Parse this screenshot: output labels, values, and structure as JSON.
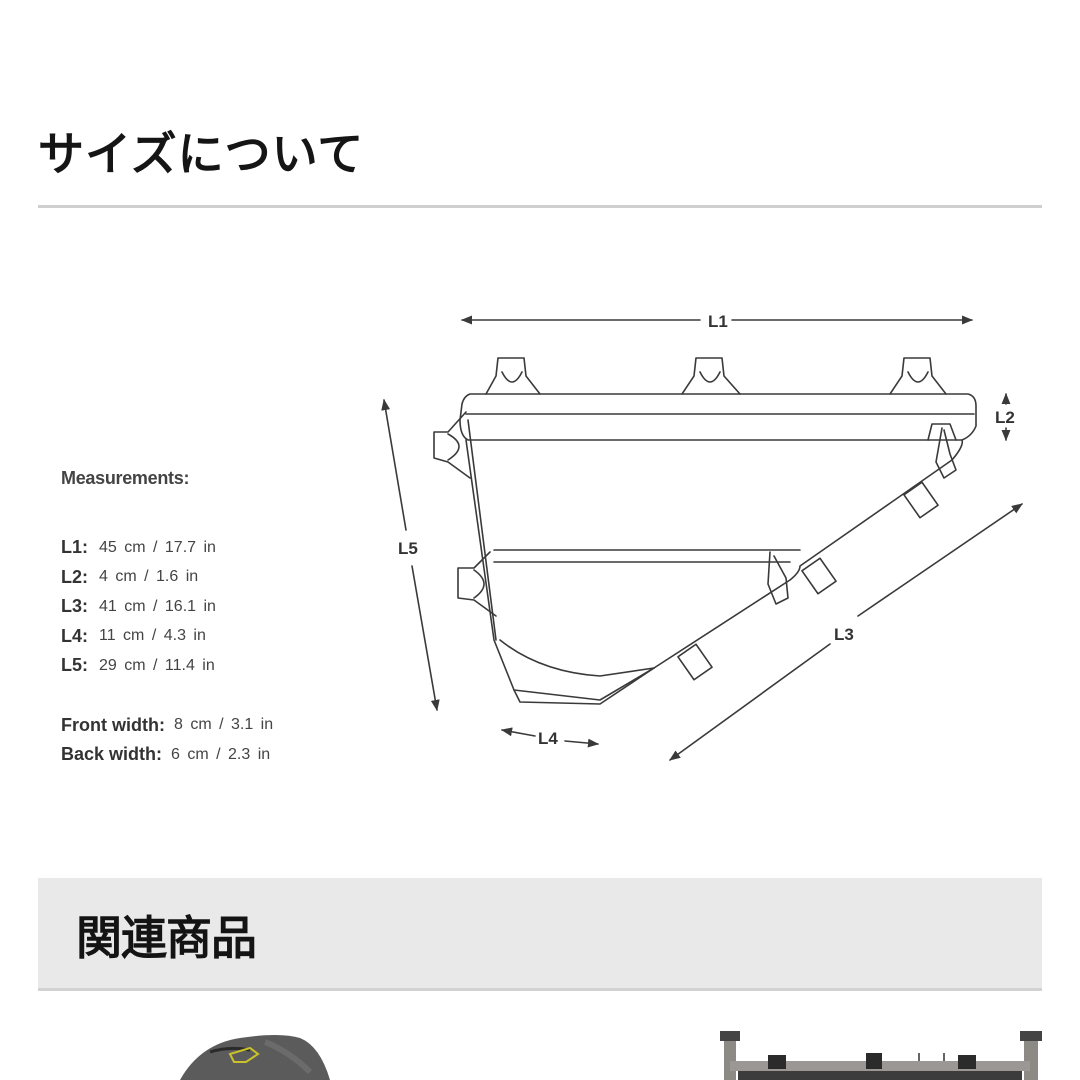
{
  "size_section": {
    "title": "サイズについて"
  },
  "measurements": {
    "heading": "Measurements:",
    "rows": [
      {
        "key": "L1:",
        "value": "45 cm  /  17.7 in"
      },
      {
        "key": "L2:",
        "value": "4 cm  /  1.6 in"
      },
      {
        "key": "L3:",
        "value": "41 cm  /  16.1 in"
      },
      {
        "key": "L4:",
        "value": "11 cm  /  4.3 in"
      },
      {
        "key": "L5:",
        "value": "29 cm  /  11.4 in"
      }
    ],
    "widths": [
      {
        "key": "Front width:",
        "value": "8 cm  /  3.1 in"
      },
      {
        "key": "Back width:",
        "value": "6 cm  /  2.3 in"
      }
    ]
  },
  "diagram": {
    "labels": {
      "l1": "L1",
      "l2": "L2",
      "l3": "L3",
      "l4": "L4",
      "l5": "L5"
    },
    "line_color": "#3a3a3a"
  },
  "related_section": {
    "title": "関連商品",
    "band_color": "#e9e9e9",
    "products": [
      {
        "image": "saddle-bag-product-photo"
      },
      {
        "image": "frame-bag-on-bike-product-photo"
      }
    ]
  }
}
